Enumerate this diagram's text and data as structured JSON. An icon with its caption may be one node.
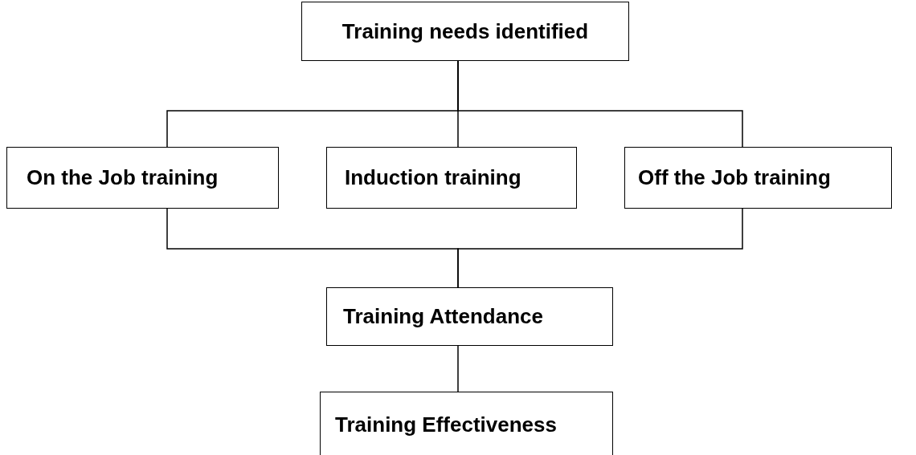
{
  "diagram": {
    "nodes": [
      {
        "text": [
          "Training needs identified"
        ]
      },
      {
        "text": [
          "On the Job training"
        ]
      },
      {
        "text": [
          "Induction training"
        ]
      },
      {
        "text": [
          "Off the Job training"
        ]
      },
      {
        "text": [
          "Training Attendance"
        ]
      },
      {
        "text": [
          "Training Effectiveness"
        ]
      }
    ],
    "edges": [
      {
        "from": 0,
        "to": 1,
        "arrow": "none"
      },
      {
        "from": 0,
        "to": 2,
        "arrow": "none"
      },
      {
        "from": 0,
        "to": 3,
        "arrow": "none"
      },
      {
        "from": 1,
        "to": 4,
        "arrow": "none"
      },
      {
        "from": 3,
        "to": 4,
        "arrow": "none"
      },
      {
        "from": 4,
        "to": 5,
        "arrow": "none"
      }
    ]
  }
}
